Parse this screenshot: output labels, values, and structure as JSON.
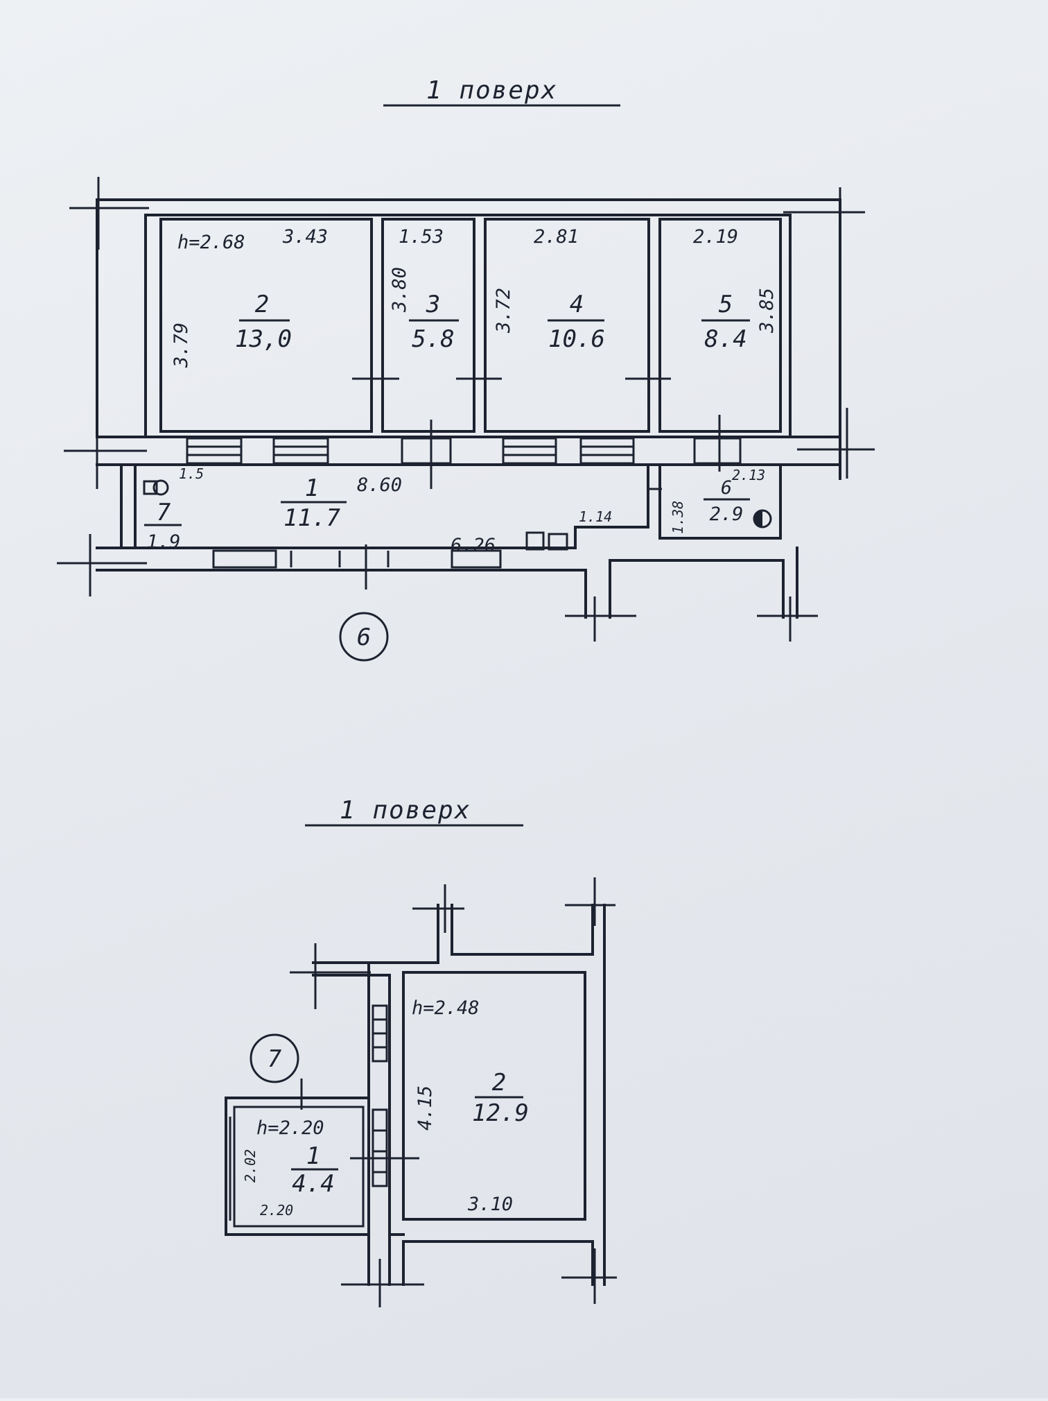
{
  "plan_top": {
    "title": "1 поверх",
    "marker": "6",
    "rooms": [
      {
        "no": "2",
        "area": "13,0"
      },
      {
        "no": "3",
        "area": "5.8"
      },
      {
        "no": "4",
        "area": "10.6"
      },
      {
        "no": "5",
        "area": "8.4"
      },
      {
        "no": "1",
        "area": "11.7"
      },
      {
        "no": "7",
        "area": "1.9"
      },
      {
        "no": "6",
        "area": "2.9"
      }
    ],
    "dims": {
      "height": "h=2.68",
      "r2_width": "3.43",
      "r2_depth": "3.79",
      "r3_width": "1.53",
      "r3_depth": "3.80",
      "r4_width": "2.81",
      "r4_depth": "3.72",
      "r5_width": "2.19",
      "r5_depth": "3.85",
      "corridor_length": "8.60",
      "corridor_bottom": "6.26",
      "corridor_step": "1.14",
      "r6_width": "2.13",
      "r6_depth": "1.38",
      "r7_small": "1.5"
    }
  },
  "plan_bottom": {
    "title": "1 поверх",
    "marker": "7",
    "rooms": [
      {
        "no": "2",
        "area": "12.9"
      },
      {
        "no": "1",
        "area": "4.4"
      }
    ],
    "dims": {
      "r2_height": "h=2.48",
      "r2_depth": "4.15",
      "r2_width": "3.10",
      "r1_height": "h=2.20",
      "r1_depth": "2.02",
      "r1_width": "2.20"
    }
  }
}
